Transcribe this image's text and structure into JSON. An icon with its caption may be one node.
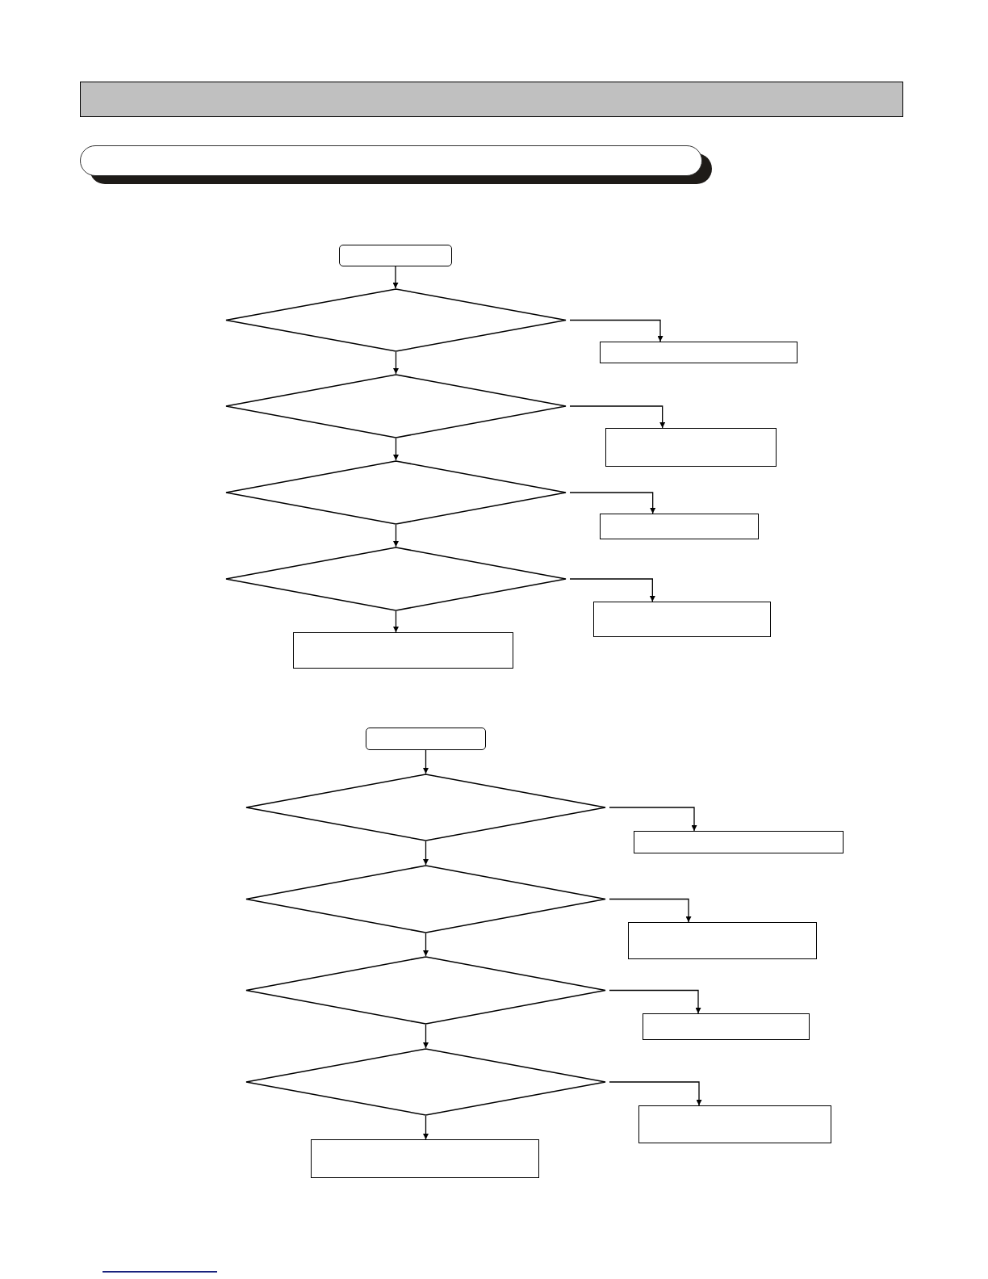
{
  "diagram": {
    "nodes": [
      {
        "text": [],
        "shape": "box"
      },
      {
        "text": [],
        "shape": "diamond"
      },
      {
        "text": [],
        "shape": "box"
      },
      {
        "text": [],
        "shape": "diamond"
      },
      {
        "text": [],
        "shape": "box"
      },
      {
        "text": [],
        "shape": "diamond"
      },
      {
        "text": [],
        "shape": "box"
      },
      {
        "text": [],
        "shape": "diamond"
      },
      {
        "text": [],
        "shape": "box"
      },
      {
        "text": [],
        "shape": "box"
      },
      {
        "text": [],
        "shape": "box"
      },
      {
        "text": [],
        "shape": "diamond"
      },
      {
        "text": [],
        "shape": "box"
      },
      {
        "text": [],
        "shape": "diamond"
      },
      {
        "text": [],
        "shape": "box"
      },
      {
        "text": [],
        "shape": "diamond"
      },
      {
        "text": [],
        "shape": "box"
      },
      {
        "text": [],
        "shape": "diamond"
      },
      {
        "text": [],
        "shape": "box"
      },
      {
        "text": [],
        "shape": "box"
      }
    ],
    "edges": [
      {
        "from": 0,
        "to": 1,
        "arrow": "to"
      },
      {
        "from": 1,
        "to": 2,
        "arrow": "to"
      },
      {
        "from": 1,
        "to": 3,
        "arrow": "to"
      },
      {
        "from": 3,
        "to": 4,
        "arrow": "to"
      },
      {
        "from": 3,
        "to": 5,
        "arrow": "to"
      },
      {
        "from": 5,
        "to": 6,
        "arrow": "to"
      },
      {
        "from": 5,
        "to": 7,
        "arrow": "to"
      },
      {
        "from": 7,
        "to": 8,
        "arrow": "to"
      },
      {
        "from": 7,
        "to": 9,
        "arrow": "to"
      },
      {
        "from": 10,
        "to": 11,
        "arrow": "to"
      },
      {
        "from": 11,
        "to": 12,
        "arrow": "to"
      },
      {
        "from": 11,
        "to": 13,
        "arrow": "to"
      },
      {
        "from": 13,
        "to": 14,
        "arrow": "to"
      },
      {
        "from": 13,
        "to": 15,
        "arrow": "to"
      },
      {
        "from": 15,
        "to": 16,
        "arrow": "to"
      },
      {
        "from": 15,
        "to": 17,
        "arrow": "to"
      },
      {
        "from": 17,
        "to": 18,
        "arrow": "to"
      },
      {
        "from": 17,
        "to": 19,
        "arrow": "to"
      }
    ]
  }
}
